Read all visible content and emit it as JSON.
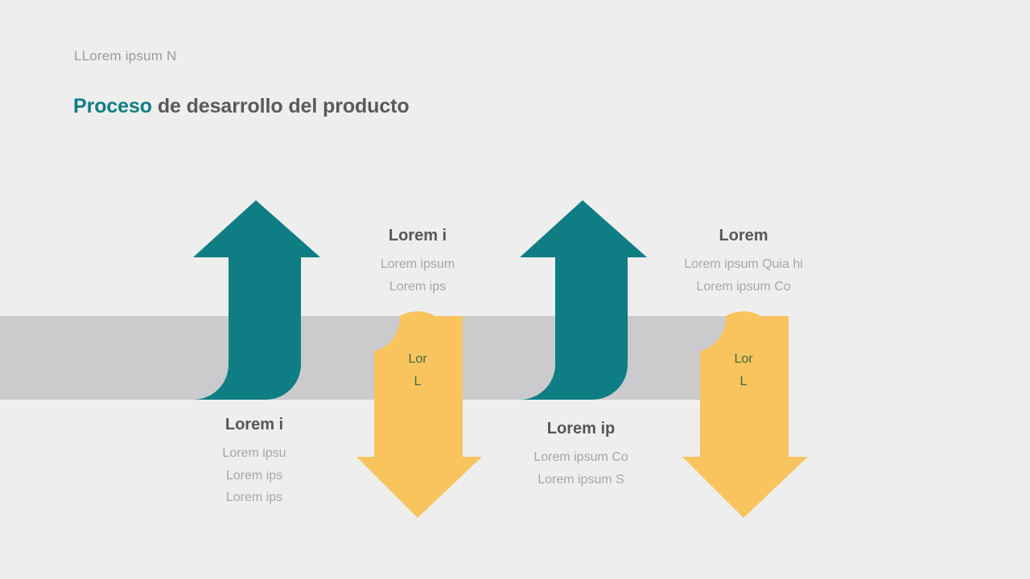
{
  "slide": {
    "background_color": "#eeeeef",
    "eyebrow": "LLorem ipsum N",
    "title_accent": "Proceso",
    "title_rest": " de desarrollo del producto"
  },
  "palette": {
    "teal": "#0e7d84",
    "amber": "#f9c45e",
    "band_gray": "#cbcbcd",
    "heading_gray": "#565656",
    "body_gray": "#a6a6a6",
    "caption_green": "#3c6b3c"
  },
  "timeline": {
    "band_label": "process-timeline-band"
  },
  "steps": [
    {
      "id": "step-1",
      "direction": "up",
      "color": "#0e7d84",
      "label_position": "below",
      "heading": "Lorem i",
      "body_lines": [
        "Lorem ipsu",
        "Lorem ips",
        "Lorem ips"
      ]
    },
    {
      "id": "step-2",
      "direction": "down",
      "color": "#f9c45e",
      "label_position": "above",
      "heading": "Lorem i",
      "body_lines": [
        "Lorem ipsum",
        "Lorem ips"
      ],
      "inner_caption_lines": [
        "Lor",
        "L"
      ]
    },
    {
      "id": "step-3",
      "direction": "up",
      "color": "#0e7d84",
      "label_position": "below",
      "heading": "Lorem ip",
      "body_lines": [
        "Lorem ipsum Co",
        "Lorem ipsum S"
      ]
    },
    {
      "id": "step-4",
      "direction": "down",
      "color": "#f9c45e",
      "label_position": "above",
      "heading": "Lorem",
      "body_lines": [
        "Lorem ipsum Quia hi",
        "Lorem ipsum Co"
      ],
      "inner_caption_lines": [
        "Lor",
        "L"
      ]
    }
  ]
}
